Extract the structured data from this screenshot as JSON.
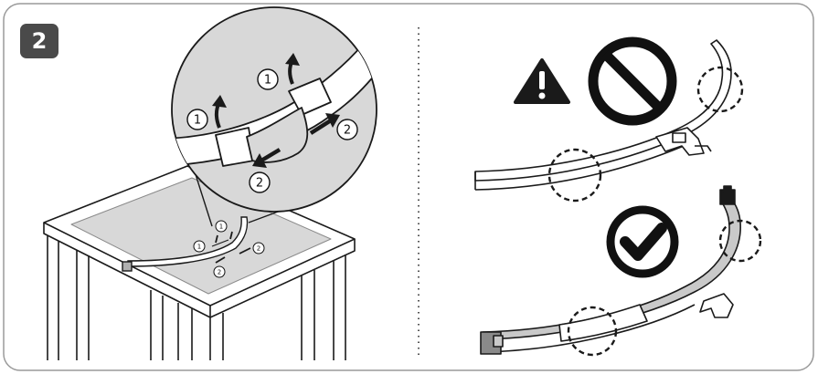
{
  "step": {
    "number": "2"
  },
  "callouts": {
    "lift": "1",
    "slide": "2"
  },
  "icons": {
    "warning": "warning-triangle-icon",
    "prohibited": "prohibited-icon",
    "correct": "check-circle-icon"
  },
  "colors": {
    "badge": "#4a4a4a",
    "line": "#1a1a1a",
    "tray": "#d8d8d8",
    "hose_grey": "#c9c9c9",
    "frame": "#9a9a9a"
  }
}
